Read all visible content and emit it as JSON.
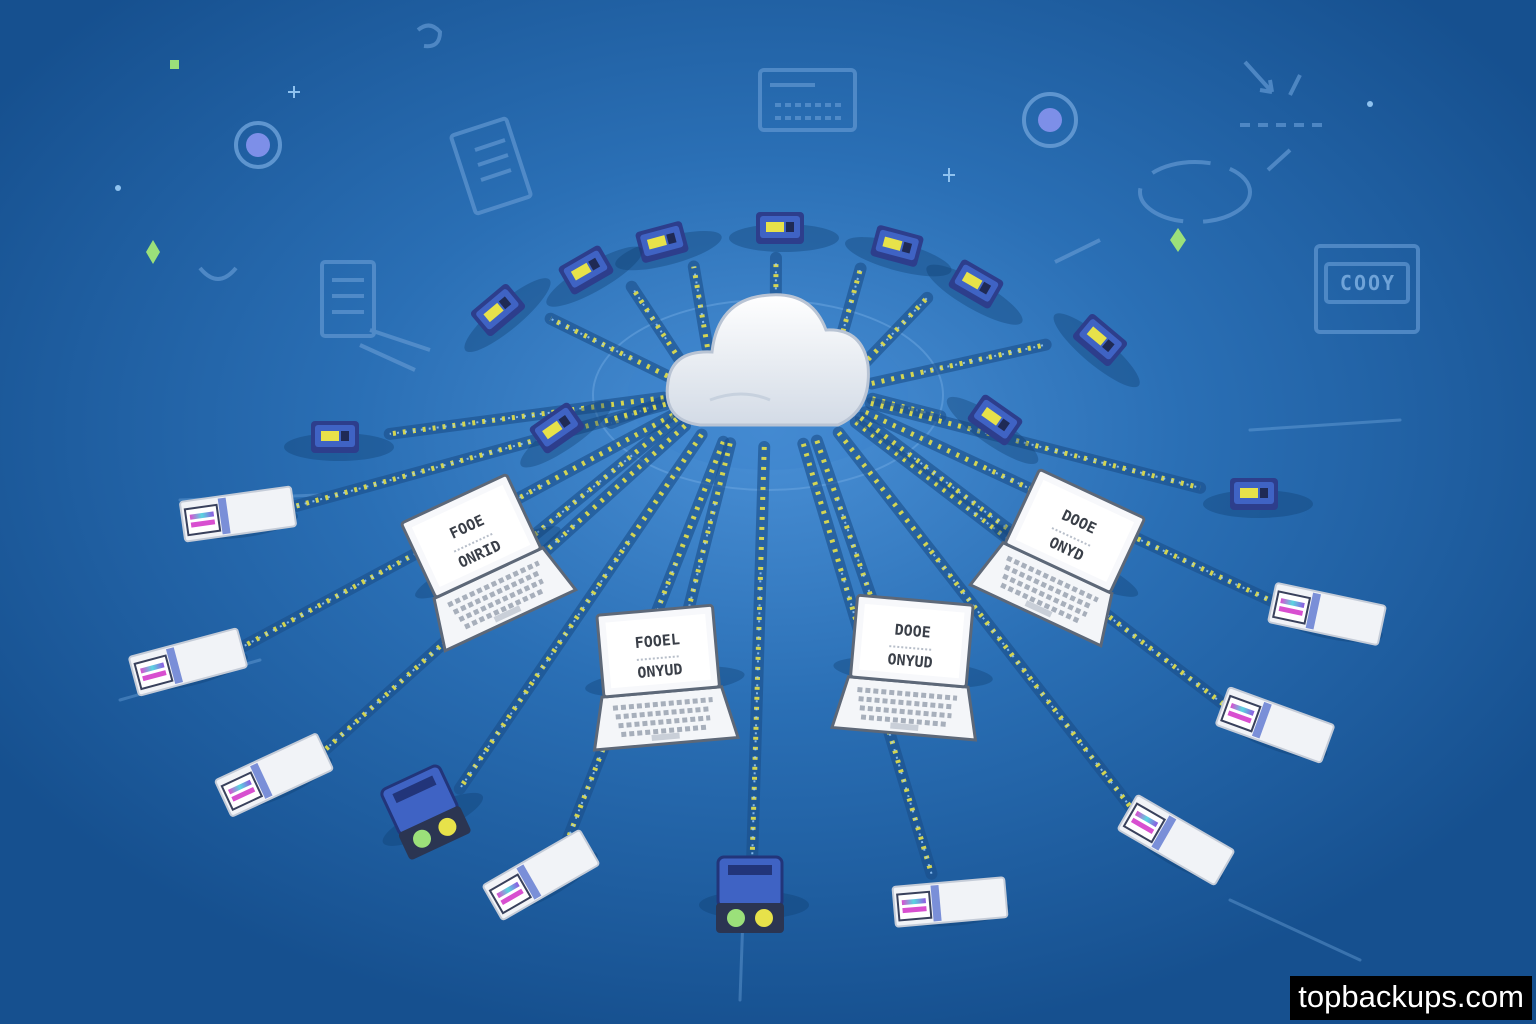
{
  "colors": {
    "background": "#1f5fa1",
    "background_center": "#3f86cf",
    "cloud": "#eef2f7",
    "accent_yellow": "#e7e24a",
    "accent_green": "#9be07a",
    "device_blue": "#3f63c4"
  },
  "icons": [
    "cloud-icon",
    "laptop-icon",
    "drive-icon",
    "card-icon",
    "document-icon",
    "calendar-icon",
    "target-icon"
  ],
  "laptops": [
    {
      "line1": "FOOEL",
      "line2": "ONYUD"
    },
    {
      "line1": "DOOE",
      "line2": "ONYUD"
    },
    {
      "line1": "FOOE",
      "line2": "ONRID"
    },
    {
      "line1": "DOOE",
      "line2": "ONYD"
    }
  ],
  "decor": {
    "copy_label": "COOY"
  },
  "watermark": "topbackups.com"
}
